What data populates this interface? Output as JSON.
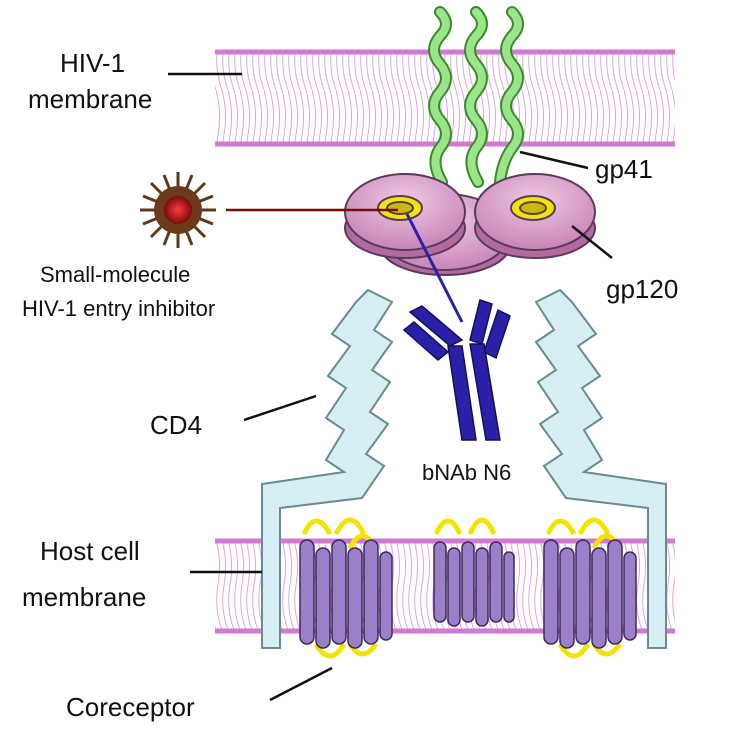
{
  "labels": {
    "hiv_membrane_line1": "HIV-1",
    "hiv_membrane_line2": "membrane",
    "gp41": "gp41",
    "gp120": "gp120",
    "inhibitor_line1": "Small-molecule",
    "inhibitor_line2": "HIV-1 entry inhibitor",
    "cd4": "CD4",
    "bnab": "bNAb N6",
    "host_membrane_line1": "Host cell",
    "host_membrane_line2": "membrane",
    "coreceptor": "Coreceptor"
  },
  "colors": {
    "membrane": "#d27ad2",
    "gp41": "#9be58a",
    "gp120": "#d9a3c9",
    "binding_site": "#f2e400",
    "inhibitor": "#c01414",
    "inhibitor_spikes": "#5a3a1a",
    "antibody": "#2b21a8",
    "cd4": "#d6eef4",
    "coreceptor": "#9b7fc9",
    "coreceptor_loops": "#f2e400"
  },
  "icons": [
    "inhibitor-molecule-icon",
    "gp120-trimer-icon",
    "gp41-helix-icon",
    "antibody-icon",
    "cd4-receptor-icon",
    "coreceptor-icon"
  ]
}
